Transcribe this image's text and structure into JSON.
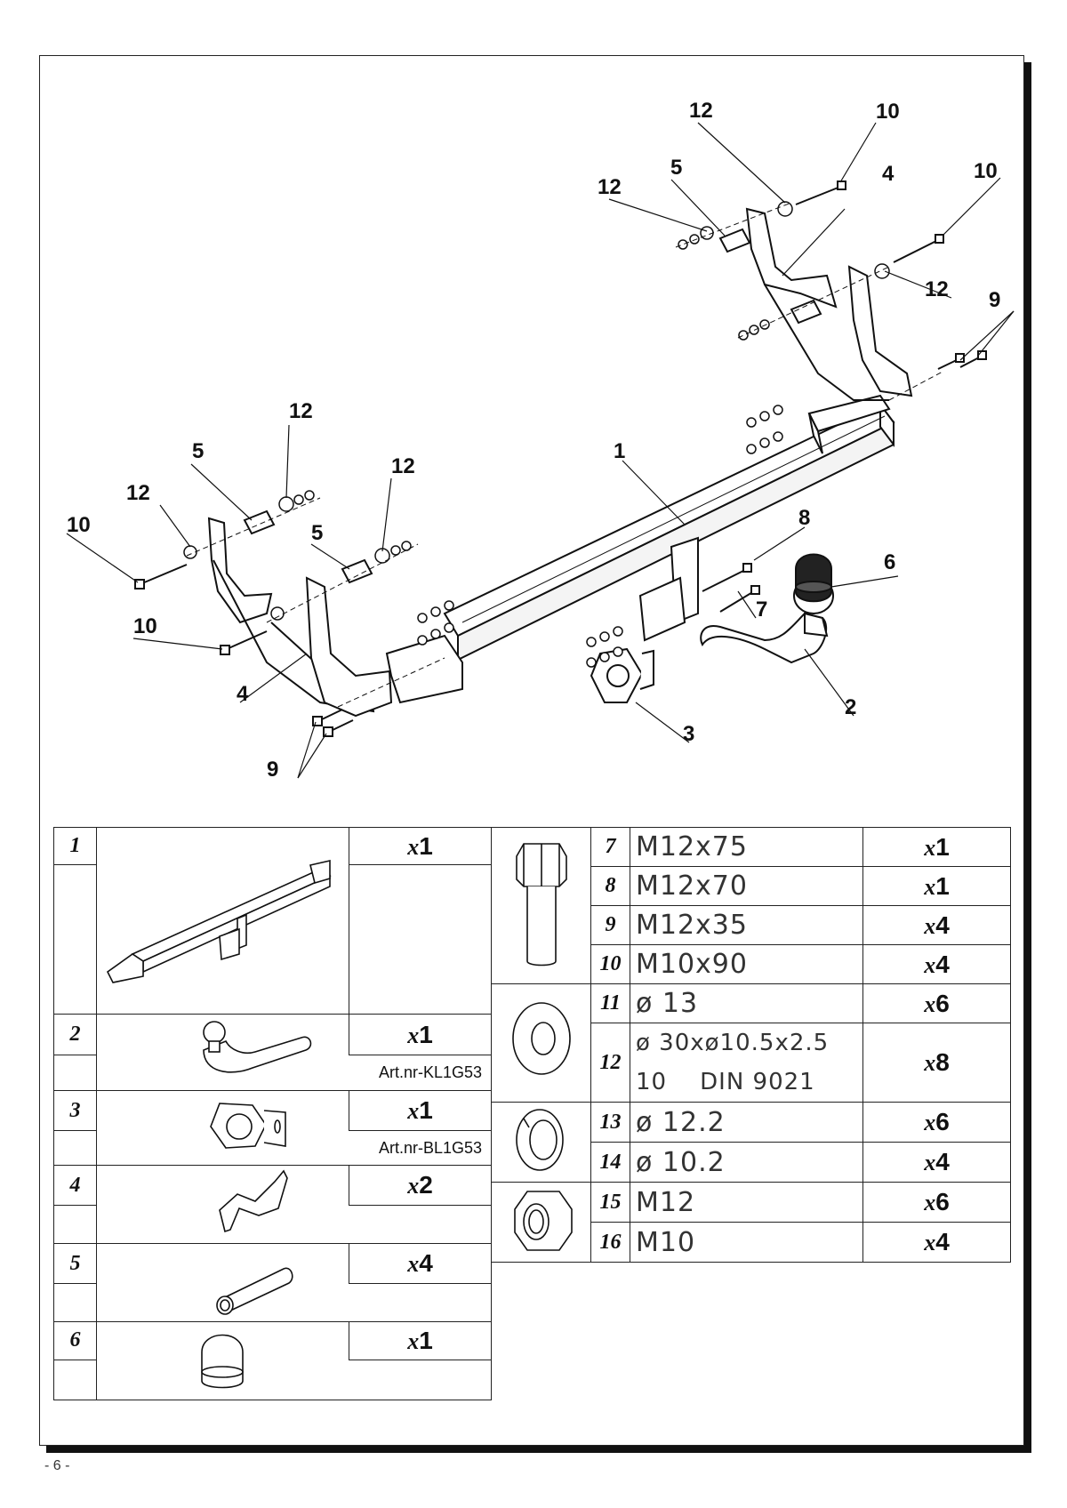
{
  "diagram": {
    "callouts": [
      "1",
      "2",
      "3",
      "4",
      "4",
      "5",
      "5",
      "5",
      "6",
      "7",
      "8",
      "9",
      "9",
      "10",
      "10",
      "10",
      "10",
      "12",
      "12",
      "12",
      "12",
      "12",
      "12"
    ]
  },
  "left_table": [
    {
      "num": "1",
      "qty": "1"
    },
    {
      "num": "2",
      "qty": "1",
      "art": "Art.nr-KL1G53"
    },
    {
      "num": "3",
      "qty": "1",
      "art": "Art.nr-BL1G53"
    },
    {
      "num": "4",
      "qty": "2"
    },
    {
      "num": "5",
      "qty": "4"
    },
    {
      "num": "6",
      "qty": "1"
    }
  ],
  "right_table": [
    {
      "num": "7",
      "spec": "M12x75",
      "qty": "1"
    },
    {
      "num": "8",
      "spec": "M12x70",
      "qty": "1"
    },
    {
      "num": "9",
      "spec": "M12x35",
      "qty": "4"
    },
    {
      "num": "10",
      "spec": "M10x90",
      "qty": "4"
    },
    {
      "num": "11",
      "spec": "ø 13",
      "qty": "6"
    },
    {
      "num": "12",
      "spec": "ø 30xø10.5x2.5",
      "spec_line2": "10    DIN 9021",
      "qty": "8"
    },
    {
      "num": "13",
      "spec": "ø 12.2",
      "qty": "6"
    },
    {
      "num": "14",
      "spec": "ø 10.2",
      "qty": "4"
    },
    {
      "num": "15",
      "spec": "M12",
      "qty": "6"
    },
    {
      "num": "16",
      "spec": "M10",
      "qty": "4"
    }
  ],
  "qty_prefix": "x",
  "page_number": "- 6 -"
}
